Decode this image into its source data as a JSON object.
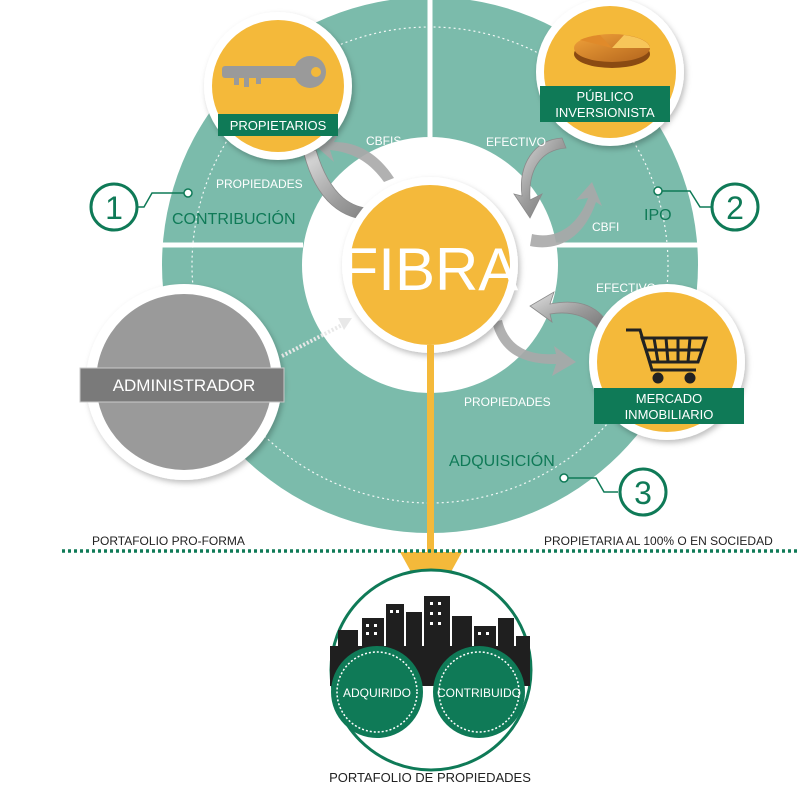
{
  "center": {
    "title": "FIBRA"
  },
  "nodes": {
    "propietarios": "PROPIETARIOS",
    "publico_line1": "PÚBLICO",
    "publico_line2": "INVERSIONISTA",
    "administrador": "ADMINISTRADOR",
    "mercado_line1": "MERCADO",
    "mercado_line2": "INMOBILIARIO"
  },
  "sections": {
    "contribucion": "CONTRIBUCIÓN",
    "ipo": "IPO",
    "adquisicion": "ADQUISICIÓN"
  },
  "steps": {
    "one": "1",
    "two": "2",
    "three": "3"
  },
  "flows": {
    "cbfis": "CBFIS",
    "propiedades_contrib": "PROPIEDADES",
    "efectivo_ipo": "EFECTIVO",
    "cbfi": "CBFI",
    "efectivo_market": "EFECTIVO",
    "propiedades_market": "PROPIEDADES"
  },
  "footer": {
    "left_caption": "PORTAFOLIO PRO-FORMA",
    "right_caption": "PROPIETARIA AL 100% O EN SOCIEDAD",
    "portfolio_title": "PORTAFOLIO DE PROPIEDADES",
    "adquirido": "ADQUIRIDO",
    "contribuido": "CONTRIBUIDO"
  },
  "colors": {
    "teal_ring": "#7bbbab",
    "dark_green": "#0f7a57",
    "yellow": "#f4b93a",
    "gray": "#9a9a9a",
    "dark_gray": "#7a7a7a"
  },
  "icons": [
    "key-icon",
    "pie-chart-icon",
    "shopping-cart-icon",
    "city-skyline-icon"
  ]
}
